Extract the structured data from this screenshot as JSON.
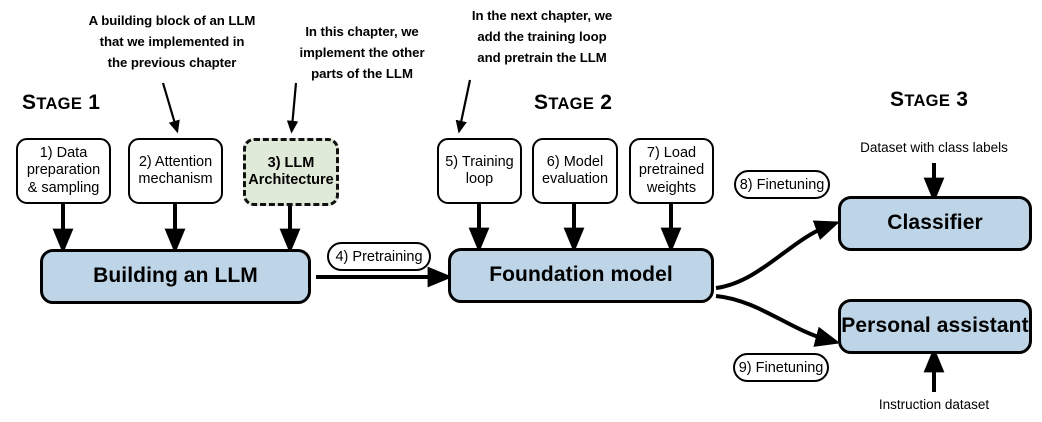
{
  "diagram": {
    "title": "Building an LLM — three stage overview",
    "colors": {
      "box_blue": "#bed5e7",
      "box_green": "#dfead8",
      "stroke": "#000000",
      "background": "#ffffff"
    },
    "stages": [
      {
        "prefix": "S",
        "rest": "TAGE",
        "number": " 1"
      },
      {
        "prefix": "S",
        "rest": "TAGE",
        "number": " 2"
      },
      {
        "prefix": "S",
        "rest": "TAGE",
        "number": " 3"
      }
    ],
    "annotations": [
      {
        "name": "annotation-attention",
        "text": "A building block of an LLM\nthat we implemented in\nthe previous chapter"
      },
      {
        "name": "annotation-architecture",
        "text": "In this chapter, we\nimplement the other\nparts of the LLM"
      },
      {
        "name": "annotation-training",
        "text": "In the next chapter, we\nadd the training loop\nand pretrain the LLM"
      }
    ],
    "steps": [
      {
        "id": "step-1",
        "label": "1) Data\npreparation\n& sampling"
      },
      {
        "id": "step-2",
        "label": "2) Attention\nmechanism"
      },
      {
        "id": "step-3",
        "label": "3) LLM\nArchitecture"
      },
      {
        "id": "step-5",
        "label": "5) Training\nloop"
      },
      {
        "id": "step-6",
        "label": "6) Model\nevaluation"
      },
      {
        "id": "step-7",
        "label": "7) Load\npretrained\nweights"
      }
    ],
    "edge_labels": [
      {
        "id": "step-4",
        "label": "4) Pretraining"
      },
      {
        "id": "step-8",
        "label": "8) Finetuning"
      },
      {
        "id": "step-9",
        "label": "9) Finetuning"
      }
    ],
    "outputs": [
      {
        "id": "building-an-llm",
        "label": "Building an LLM"
      },
      {
        "id": "foundation-model",
        "label": "Foundation model"
      },
      {
        "id": "classifier",
        "label": "Classifier"
      },
      {
        "id": "personal-assistant",
        "label": "Personal assistant"
      }
    ],
    "captions": [
      {
        "id": "dataset-class-labels",
        "label": "Dataset with class labels"
      },
      {
        "id": "instruction-dataset",
        "label": "Instruction dataset"
      }
    ]
  }
}
